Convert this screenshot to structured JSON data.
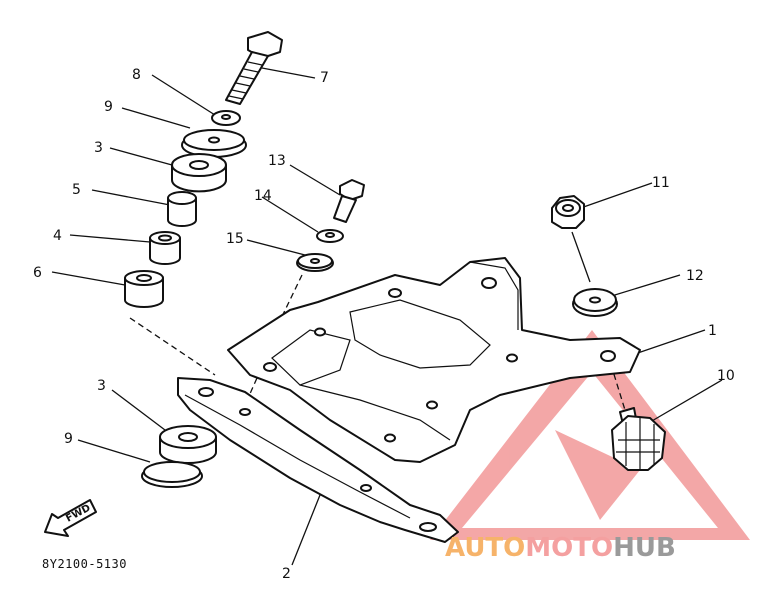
{
  "diagram": {
    "drawing_code": "8Y2100-5130",
    "fwd_label": "FWD",
    "callouts": {
      "c1": "1",
      "c2": "2",
      "c3a": "3",
      "c3b": "3",
      "c4": "4",
      "c5": "5",
      "c6": "6",
      "c7": "7",
      "c8": "8",
      "c9a": "9",
      "c9b": "9",
      "c10": "10",
      "c11": "11",
      "c12": "12",
      "c13": "13",
      "c14": "14",
      "c15": "15"
    }
  },
  "watermark": {
    "part1": "AUTO",
    "part2": "MOTO",
    "part3": "HUB",
    "colors": {
      "part1": "#f6b36a",
      "part2": "#f4a0a0",
      "part3": "#9a9a9a",
      "triangle": "#f08a8a"
    }
  }
}
